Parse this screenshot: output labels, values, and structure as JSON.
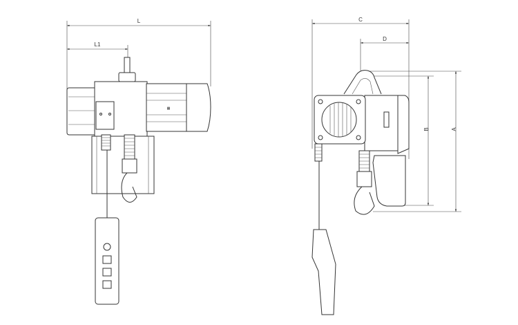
{
  "dimensions": {
    "front_view": {
      "overall_length": "L",
      "hook_offset": "L1"
    },
    "side_view": {
      "width": "C",
      "hook_offset": "D",
      "headroom_hook": "B",
      "headroom_total": "A"
    }
  },
  "colors": {
    "line": "#333333",
    "background": "#ffffff"
  }
}
